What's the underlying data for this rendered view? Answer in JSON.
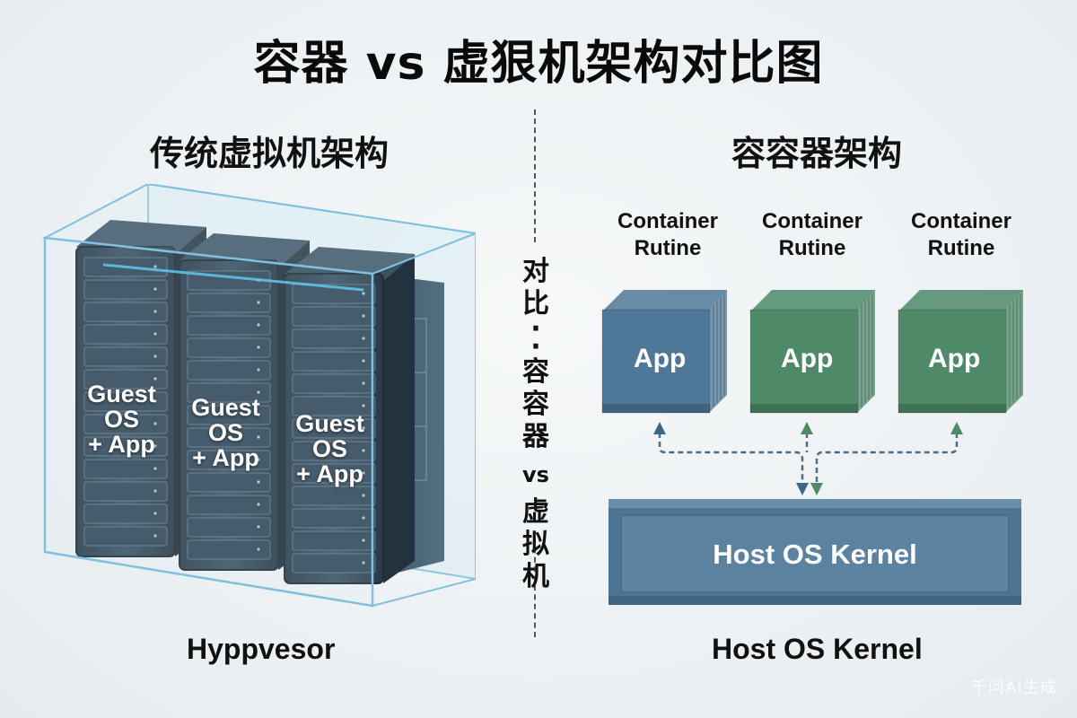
{
  "title": "容器 vs 虚狠机架构对比图",
  "left": {
    "heading": "传统虚拟机架构",
    "racks": [
      {
        "line1": "Guest",
        "line2": "OS",
        "line3": "+ App"
      },
      {
        "line1": "Guest",
        "line2": "OS",
        "line3": "+ App"
      },
      {
        "line1": "Guest",
        "line2": "OS",
        "line3": "+ App"
      }
    ],
    "bottom_label": "Hyppvesor"
  },
  "divider": {
    "vertical_text": [
      "对",
      "比",
      "·",
      "·",
      "容",
      "容",
      "器",
      "vs",
      "虚",
      "拟",
      "机"
    ]
  },
  "right": {
    "heading": "容容器架构",
    "containers": [
      {
        "runtime_line1": "Container",
        "runtime_line2": "Rutine",
        "app": "App",
        "color": "#4f7898"
      },
      {
        "runtime_line1": "Container",
        "runtime_line2": "Rutine",
        "app": "App",
        "color": "#4e8a68"
      },
      {
        "runtime_line1": "Container",
        "runtime_line2": "Rutine",
        "app": "App",
        "color": "#4e8a68"
      }
    ],
    "kernel_label": "Host OS Kernel",
    "kernel_color": "#557d9b",
    "bottom_label": "Host OS Kernel"
  },
  "watermark": "千问AI生成"
}
